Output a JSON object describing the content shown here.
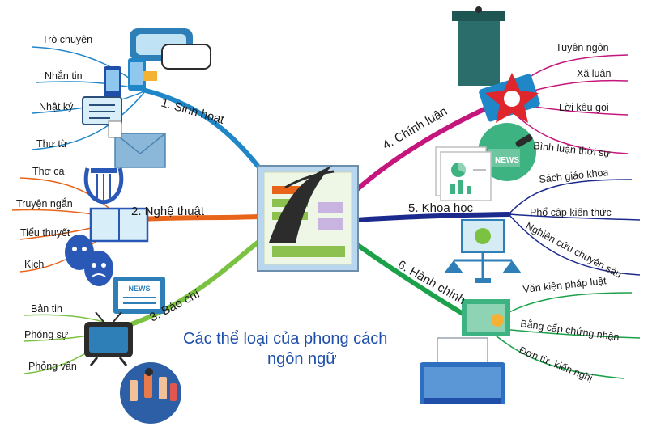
{
  "caption": {
    "line1": "Các thể loại của phong cách",
    "line2": "ngôn ngữ"
  },
  "colors": {
    "sinh_hoat": "#1f86c8",
    "nghe_thuat": "#e8641b",
    "bao_chi": "#7cc242",
    "chinh_luan": "#c4167d",
    "khoa_hoc": "#1c2a8e",
    "hanh_chinh": "#1aa14a",
    "caption": "#1f4fa8"
  },
  "branches": [
    {
      "id": "sinh-hoat",
      "label": "1. Sinh hoạt",
      "children": [
        "Trò chuyện",
        "Nhắn tin",
        "Nhật ký",
        "Thư từ"
      ]
    },
    {
      "id": "nghe-thuat",
      "label": "2. Nghệ thuật",
      "children": [
        "Thơ ca",
        "Truyện ngắn",
        "Tiểu thuyết",
        "Kịch"
      ]
    },
    {
      "id": "bao-chi",
      "label": "3. Báo chí",
      "children": [
        "Bản tin",
        "Phóng sự",
        "Phỏng vấn"
      ]
    },
    {
      "id": "chinh-luan",
      "label": "4. Chính luận",
      "children": [
        "Tuyên ngôn",
        "Xã luận",
        "Lời kêu gọi",
        "Bình luận thời sự"
      ]
    },
    {
      "id": "khoa-hoc",
      "label": "5. Khoa học",
      "children": [
        "Sách giáo khoa",
        "Phổ cập kiến thức",
        "Nghiên cứu chuyên sâu"
      ]
    },
    {
      "id": "hanh-chinh",
      "label": "6. Hành chính",
      "children": [
        "Văn kiện pháp luật",
        "Bằng cấp chứng nhận",
        "Đơn từ, kiến nghị"
      ]
    }
  ],
  "icon_text": {
    "news_board": "NEWS",
    "news_circle": "NEWS"
  }
}
